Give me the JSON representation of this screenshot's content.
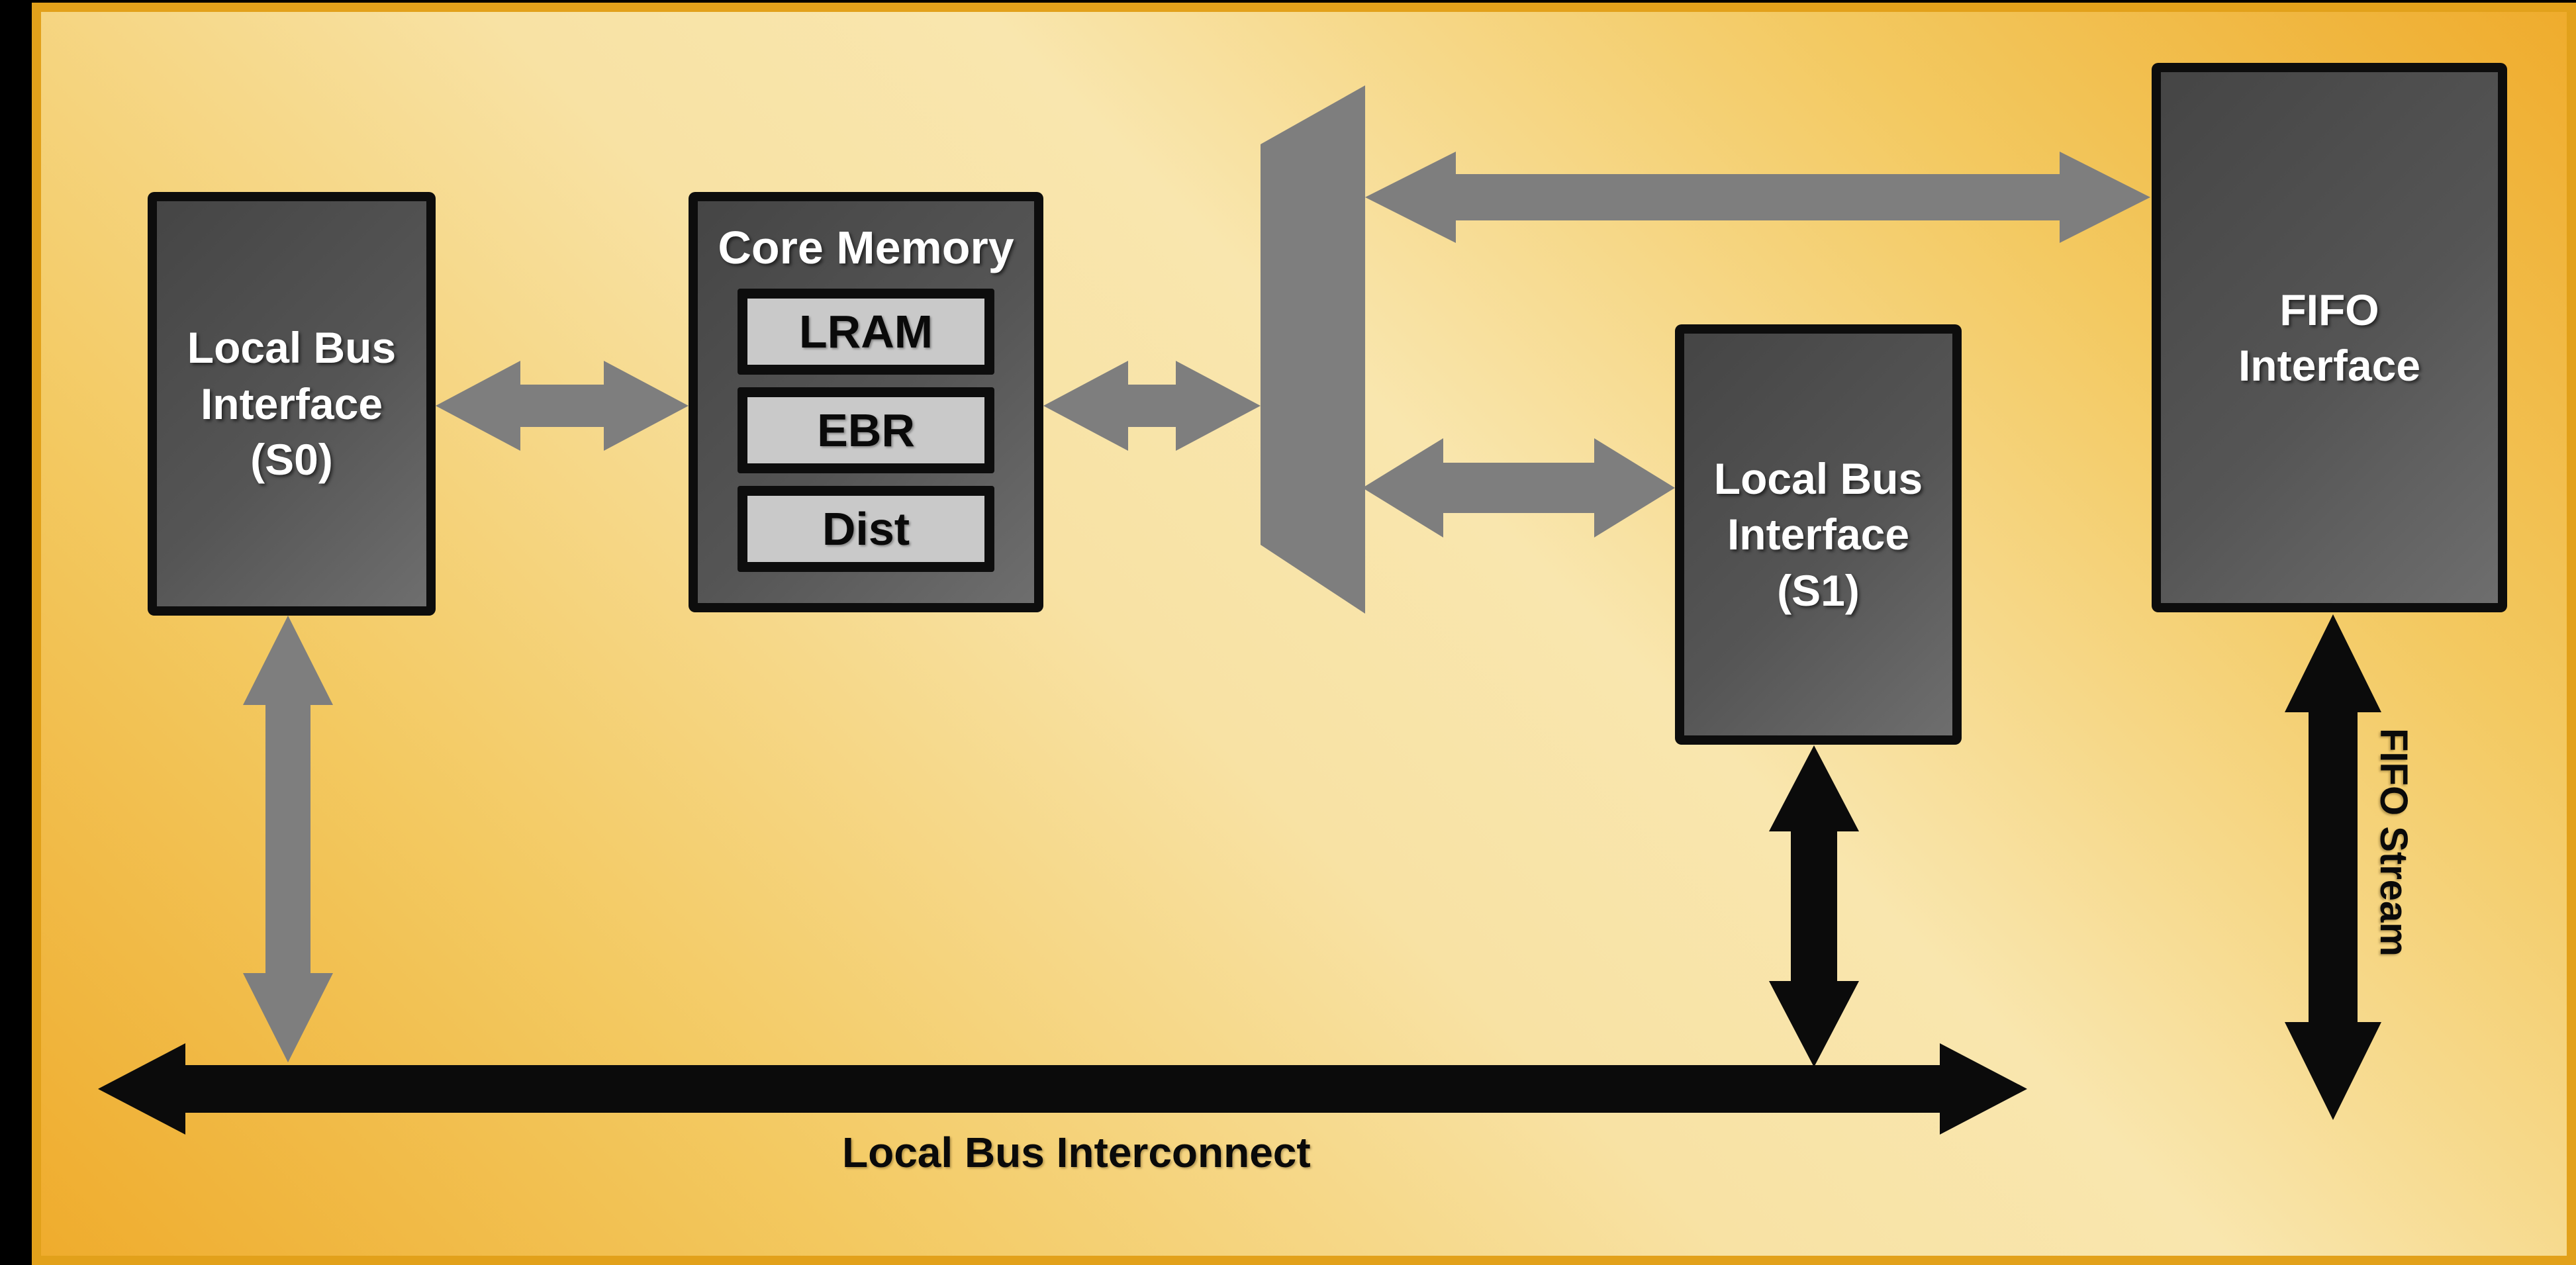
{
  "diagram": {
    "title_hint": "Memory core with local bus and FIFO interfaces block diagram",
    "boxes": {
      "s0": {
        "lines": [
          "Local Bus",
          "Interface",
          "(S0)"
        ]
      },
      "core": {
        "title": "Core Memory",
        "modules": [
          "LRAM",
          "EBR",
          "Dist"
        ]
      },
      "s1": {
        "lines": [
          "Local Bus",
          "Interface",
          "(S1)"
        ]
      },
      "fifo": {
        "lines": [
          "FIFO",
          "Interface"
        ]
      }
    },
    "labels": {
      "bus": "Local Bus Interconnect",
      "fifo_stream": "FIFO Stream"
    },
    "colors": {
      "slide_border": "#E2A11B",
      "slide_fill_center": "#F8E2A4",
      "slide_fill_corner": "#EFAC2D",
      "node_fill_dark": "#454545",
      "node_fill_light": "#6E6E6E",
      "node_border": "#0D0D0D",
      "module_fill": "#C9C9C9",
      "gray_connector": "#7E7E7E",
      "black_connector": "#0B0B0B",
      "node_text": "#FFFFFF",
      "label_text": "#0A0A0A"
    }
  }
}
